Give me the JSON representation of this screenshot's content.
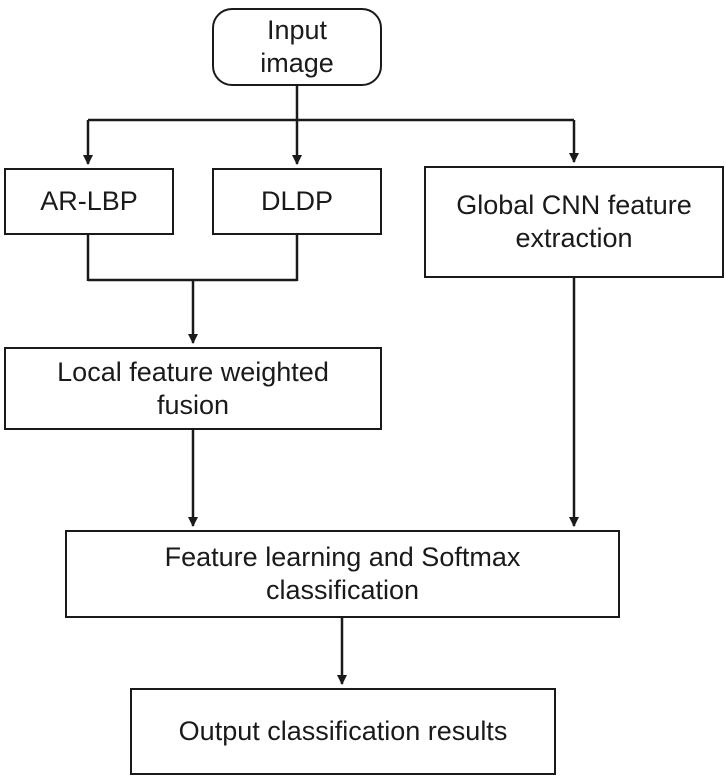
{
  "diagram": {
    "type": "flowchart",
    "colors": {
      "line": "#1a1a1a",
      "box_border": "#1a1a1a",
      "background": "#ffffff",
      "text": "#1a1a1a"
    },
    "nodes": {
      "input_image": {
        "label": "Input image",
        "shape": "rounded-rect"
      },
      "ar_lbp": {
        "label": "AR-LBP",
        "shape": "rect"
      },
      "dldp": {
        "label": "DLDP",
        "shape": "rect"
      },
      "global_cnn": {
        "label": "Global CNN feature extraction",
        "shape": "rect"
      },
      "local_fusion": {
        "label": "Local feature weighted fusion",
        "shape": "rect"
      },
      "feature_learning": {
        "label": "Feature learning and Softmax classification",
        "shape": "rect"
      },
      "output": {
        "label": "Output classification results",
        "shape": "rect"
      }
    },
    "edges": [
      {
        "from": "input_image",
        "to": "ar_lbp"
      },
      {
        "from": "input_image",
        "to": "dldp"
      },
      {
        "from": "input_image",
        "to": "global_cnn"
      },
      {
        "from": "ar_lbp",
        "to": "local_fusion"
      },
      {
        "from": "dldp",
        "to": "local_fusion"
      },
      {
        "from": "local_fusion",
        "to": "feature_learning"
      },
      {
        "from": "global_cnn",
        "to": "feature_learning"
      },
      {
        "from": "feature_learning",
        "to": "output"
      }
    ]
  }
}
